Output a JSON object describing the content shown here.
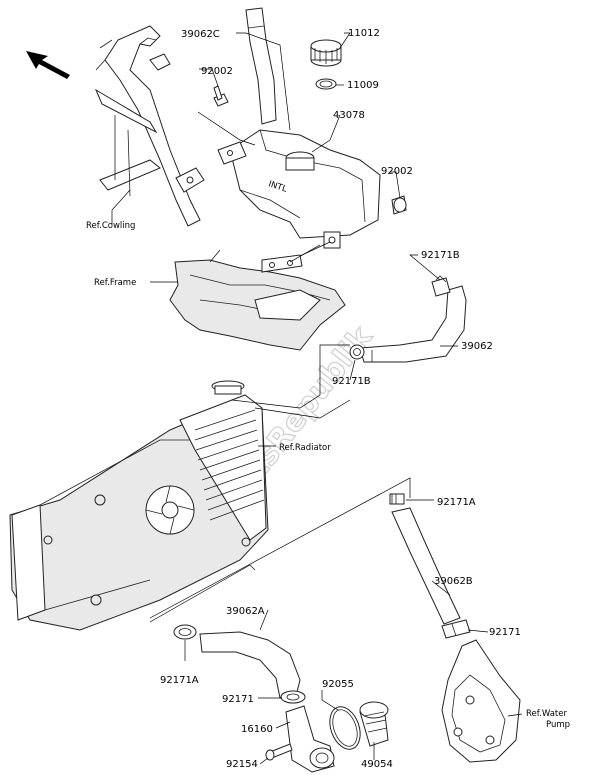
{
  "watermark": "PartsRepublik",
  "callouts": {
    "c39062c": "39062C",
    "c11012": "11012",
    "c92002a": "92002",
    "c11009": "11009",
    "c43078": "43078",
    "c92002b": "92002",
    "c92171b_top": "92171B",
    "c39062": "39062",
    "c92171b_mid": "92171B",
    "c92171a_right": "92171A",
    "c39062b": "39062B",
    "c92171_right": "92171",
    "c39062a": "39062A",
    "c92171a_left": "92171A",
    "c92171_bottom": "92171",
    "c92055": "92055",
    "c16160": "16160",
    "c92154": "92154",
    "c49054": "49054"
  },
  "references": {
    "cowling": "Ref.Cowling",
    "frame": "Ref.Frame",
    "radiator": "Ref.Radiator",
    "water_pump_1": "Ref.Water",
    "water_pump_2": "Pump"
  },
  "tank_marking": "INTL"
}
